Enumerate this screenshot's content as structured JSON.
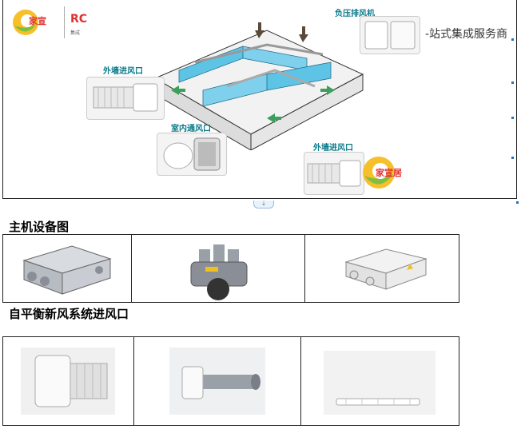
{
  "diagram": {
    "logo_brand": "RC",
    "logo_sub": "集成",
    "logo_cn": "家宣",
    "service_text": "-站式集成服务商",
    "callouts": {
      "exhaust_fan": "负压排风机",
      "outer_wall_inlet_left": "外墙进风口",
      "indoor_vent": "室内通风口",
      "outer_wall_inlet_right": "外墙进风口"
    },
    "watermark_cn": "家宣居"
  },
  "sections": [
    {
      "title": "主机设备图"
    },
    {
      "title": "自平衡新风系统进风口"
    }
  ],
  "colors": {
    "accent_teal": "#0a7a8a",
    "wall_blue": "#5ec4e6",
    "arrow_green": "#3aa05a",
    "logo_red": "#e0302f"
  }
}
